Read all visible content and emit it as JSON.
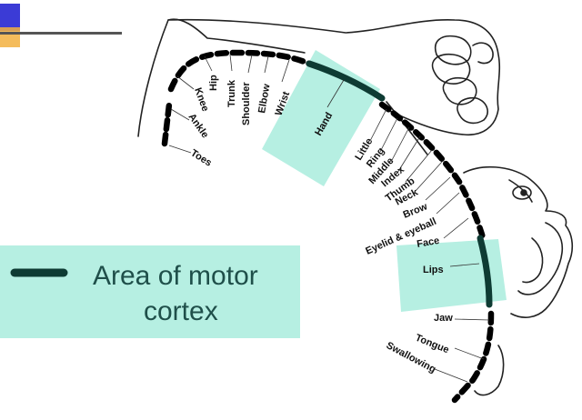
{
  "colors": {
    "highlight": "#b6efe2",
    "cortex_line": "#0e3b33",
    "legend_bg": "#b6efe2",
    "legend_text": "#1f4f4a",
    "corner_blue": "#3b3bd6",
    "corner_orange": "#f2b040"
  },
  "legend": {
    "line1": "Area of motor",
    "line2": "cortex"
  },
  "labels": {
    "toes": "Toes",
    "ankle": "Ankle",
    "knee": "Knee",
    "hip": "Hip",
    "trunk": "Trunk",
    "shoulder": "Shoulder",
    "elbow": "Elbow",
    "wrist": "Wrist",
    "hand": "Hand",
    "little": "Little",
    "ring": "Ring",
    "middle": "Middle",
    "index": "Index",
    "thumb": "Thumb",
    "neck": "Neck",
    "brow": "Brow",
    "eyelid": "Eyelid  & eyeball",
    "face": "Face",
    "lips": "Lips",
    "jaw": "Jaw",
    "tongue": "Tongue",
    "swallowing": "Swallowing"
  }
}
